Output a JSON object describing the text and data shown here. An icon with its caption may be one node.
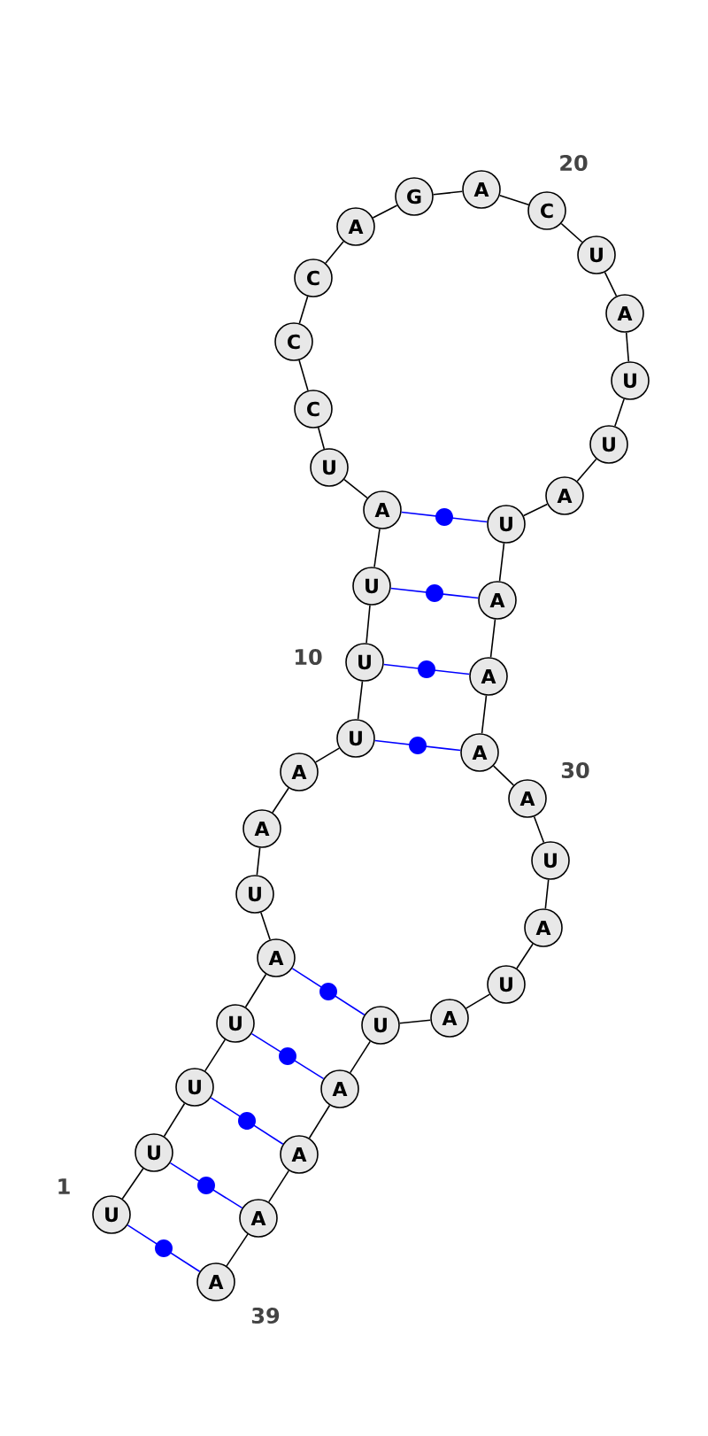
{
  "diagram": {
    "nodes": [
      {
        "text": [
          "U"
        ]
      },
      {
        "text": [
          "U"
        ]
      },
      {
        "text": [
          "U"
        ]
      },
      {
        "text": [
          "U"
        ]
      },
      {
        "text": [
          "A"
        ]
      },
      {
        "text": [
          "U"
        ]
      },
      {
        "text": [
          "A"
        ]
      },
      {
        "text": [
          "A"
        ]
      },
      {
        "text": [
          "U"
        ]
      },
      {
        "text": [
          "U"
        ]
      },
      {
        "text": [
          "U"
        ]
      },
      {
        "text": [
          "A"
        ]
      },
      {
        "text": [
          "U"
        ]
      },
      {
        "text": [
          "C"
        ]
      },
      {
        "text": [
          "C"
        ]
      },
      {
        "text": [
          "C"
        ]
      },
      {
        "text": [
          "A"
        ]
      },
      {
        "text": [
          "G"
        ]
      },
      {
        "text": [
          "A"
        ]
      },
      {
        "text": [
          "C"
        ]
      },
      {
        "text": [
          "U"
        ]
      },
      {
        "text": [
          "A"
        ]
      },
      {
        "text": [
          "U"
        ]
      },
      {
        "text": [
          "U"
        ]
      },
      {
        "text": [
          "A"
        ]
      },
      {
        "text": [
          "U"
        ]
      },
      {
        "text": [
          "A"
        ]
      },
      {
        "text": [
          "A"
        ]
      },
      {
        "text": [
          "A"
        ]
      },
      {
        "text": [
          "A"
        ]
      },
      {
        "text": [
          "U"
        ]
      },
      {
        "text": [
          "A"
        ]
      },
      {
        "text": [
          "U"
        ]
      },
      {
        "text": [
          "A"
        ]
      },
      {
        "text": [
          "U"
        ]
      },
      {
        "text": [
          "A"
        ]
      },
      {
        "text": [
          "A"
        ]
      },
      {
        "text": [
          "A"
        ]
      },
      {
        "text": [
          "A"
        ]
      }
    ],
    "edges": [
      {
        "from": 0,
        "to": 1,
        "arrow": "none"
      },
      {
        "from": 1,
        "to": 2,
        "arrow": "none"
      },
      {
        "from": 2,
        "to": 3,
        "arrow": "none"
      },
      {
        "from": 3,
        "to": 4,
        "arrow": "none"
      },
      {
        "from": 4,
        "to": 5,
        "arrow": "none"
      },
      {
        "from": 5,
        "to": 6,
        "arrow": "none"
      },
      {
        "from": 6,
        "to": 7,
        "arrow": "none"
      },
      {
        "from": 7,
        "to": 8,
        "arrow": "none"
      },
      {
        "from": 8,
        "to": 9,
        "arrow": "none"
      },
      {
        "from": 9,
        "to": 10,
        "arrow": "none"
      },
      {
        "from": 10,
        "to": 11,
        "arrow": "none"
      },
      {
        "from": 11,
        "to": 12,
        "arrow": "none"
      },
      {
        "from": 12,
        "to": 13,
        "arrow": "none"
      },
      {
        "from": 13,
        "to": 14,
        "arrow": "none"
      },
      {
        "from": 14,
        "to": 15,
        "arrow": "none"
      },
      {
        "from": 15,
        "to": 16,
        "arrow": "none"
      },
      {
        "from": 16,
        "to": 17,
        "arrow": "none"
      },
      {
        "from": 17,
        "to": 18,
        "arrow": "none"
      },
      {
        "from": 18,
        "to": 19,
        "arrow": "none"
      },
      {
        "from": 19,
        "to": 20,
        "arrow": "none"
      },
      {
        "from": 20,
        "to": 21,
        "arrow": "none"
      },
      {
        "from": 21,
        "to": 22,
        "arrow": "none"
      },
      {
        "from": 22,
        "to": 23,
        "arrow": "none"
      },
      {
        "from": 23,
        "to": 24,
        "arrow": "none"
      },
      {
        "from": 24,
        "to": 25,
        "arrow": "none"
      },
      {
        "from": 25,
        "to": 26,
        "arrow": "none"
      },
      {
        "from": 26,
        "to": 27,
        "arrow": "none"
      },
      {
        "from": 27,
        "to": 28,
        "arrow": "none"
      },
      {
        "from": 28,
        "to": 29,
        "arrow": "none"
      },
      {
        "from": 29,
        "to": 30,
        "arrow": "none"
      },
      {
        "from": 30,
        "to": 31,
        "arrow": "none"
      },
      {
        "from": 31,
        "to": 32,
        "arrow": "none"
      },
      {
        "from": 32,
        "to": 33,
        "arrow": "none"
      },
      {
        "from": 33,
        "to": 34,
        "arrow": "none"
      },
      {
        "from": 34,
        "to": 35,
        "arrow": "none"
      },
      {
        "from": 35,
        "to": 36,
        "arrow": "none"
      },
      {
        "from": 36,
        "to": 37,
        "arrow": "none"
      },
      {
        "from": 37,
        "to": 38,
        "arrow": "none"
      },
      {
        "from": 0,
        "to": 38,
        "arrow": "none",
        "color": "#0000ff"
      },
      {
        "from": 1,
        "to": 37,
        "arrow": "none",
        "color": "#0000ff"
      },
      {
        "from": 2,
        "to": 36,
        "arrow": "none",
        "color": "#0000ff"
      },
      {
        "from": 3,
        "to": 35,
        "arrow": "none",
        "color": "#0000ff"
      },
      {
        "from": 4,
        "to": 34,
        "arrow": "none",
        "color": "#0000ff"
      },
      {
        "from": 8,
        "to": 28,
        "arrow": "none",
        "color": "#0000ff"
      },
      {
        "from": 9,
        "to": 27,
        "arrow": "none",
        "color": "#0000ff"
      },
      {
        "from": 10,
        "to": 26,
        "arrow": "none",
        "color": "#0000ff"
      },
      {
        "from": 11,
        "to": 25,
        "arrow": "none",
        "color": "#0000ff"
      }
    ],
    "labels": [
      "20",
      "10",
      "30",
      "1",
      "39"
    ]
  }
}
